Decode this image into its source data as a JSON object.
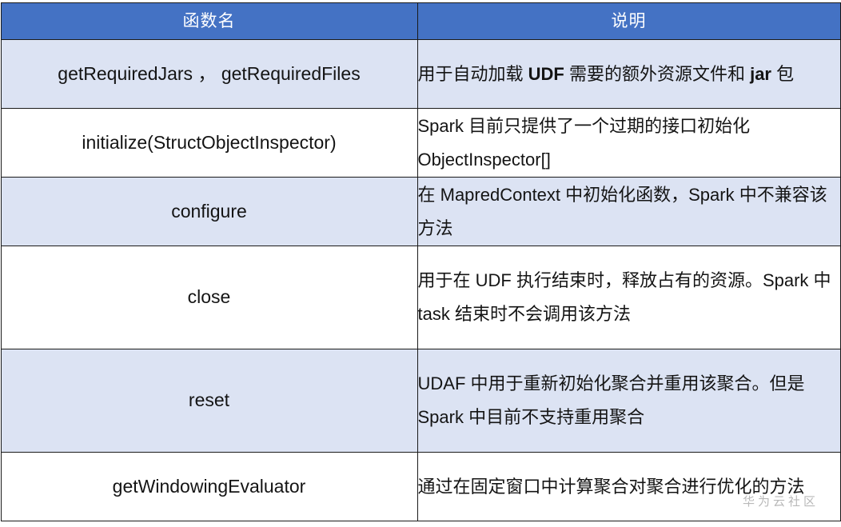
{
  "table": {
    "headers": [
      {
        "label": "函数名",
        "name": "column-header-function-name"
      },
      {
        "label": "说明",
        "name": "column-header-description"
      }
    ],
    "header_bg": "#4472C4",
    "header_text_color": "#FFFFFF",
    "shaded_row_bg": "#DCE3F3",
    "plain_row_bg": "#FFFFFF",
    "border_color": "#1A1A1A",
    "rows": [
      {
        "name": "getRequiredJars ， getRequiredFiles",
        "description": "用于自动加载 <b>UDF</b> 需要的额外资源文件和 <b>jar</b> 包",
        "shaded": true,
        "tall": false
      },
      {
        "name": "initialize(StructObjectInspector)",
        "description": "Spark 目前只提供了一个过期的接口初始化 ObjectInspector[]",
        "shaded": false,
        "tall": false
      },
      {
        "name": "configure",
        "description": "在 MapredContext 中初始化函数，Spark 中不兼容该方法",
        "shaded": true,
        "tall": false
      },
      {
        "name": "close",
        "description": "用于在 UDF 执行结束时，释放占有的资源。Spark 中 task 结束时不会调用该方法",
        "shaded": false,
        "tall": true
      },
      {
        "name": "reset",
        "description": "UDAF 中用于重新初始化聚合并重用该聚合。但是 Spark 中目前不支持重用聚合",
        "shaded": true,
        "tall": true
      },
      {
        "name": "getWindowingEvaluator",
        "description": "通过在固定窗口中计算聚合对聚合进行优化的方法",
        "shaded": false,
        "tall": false
      }
    ]
  },
  "watermark": {
    "text": "华为云社区",
    "color": "#B9B9B9"
  }
}
